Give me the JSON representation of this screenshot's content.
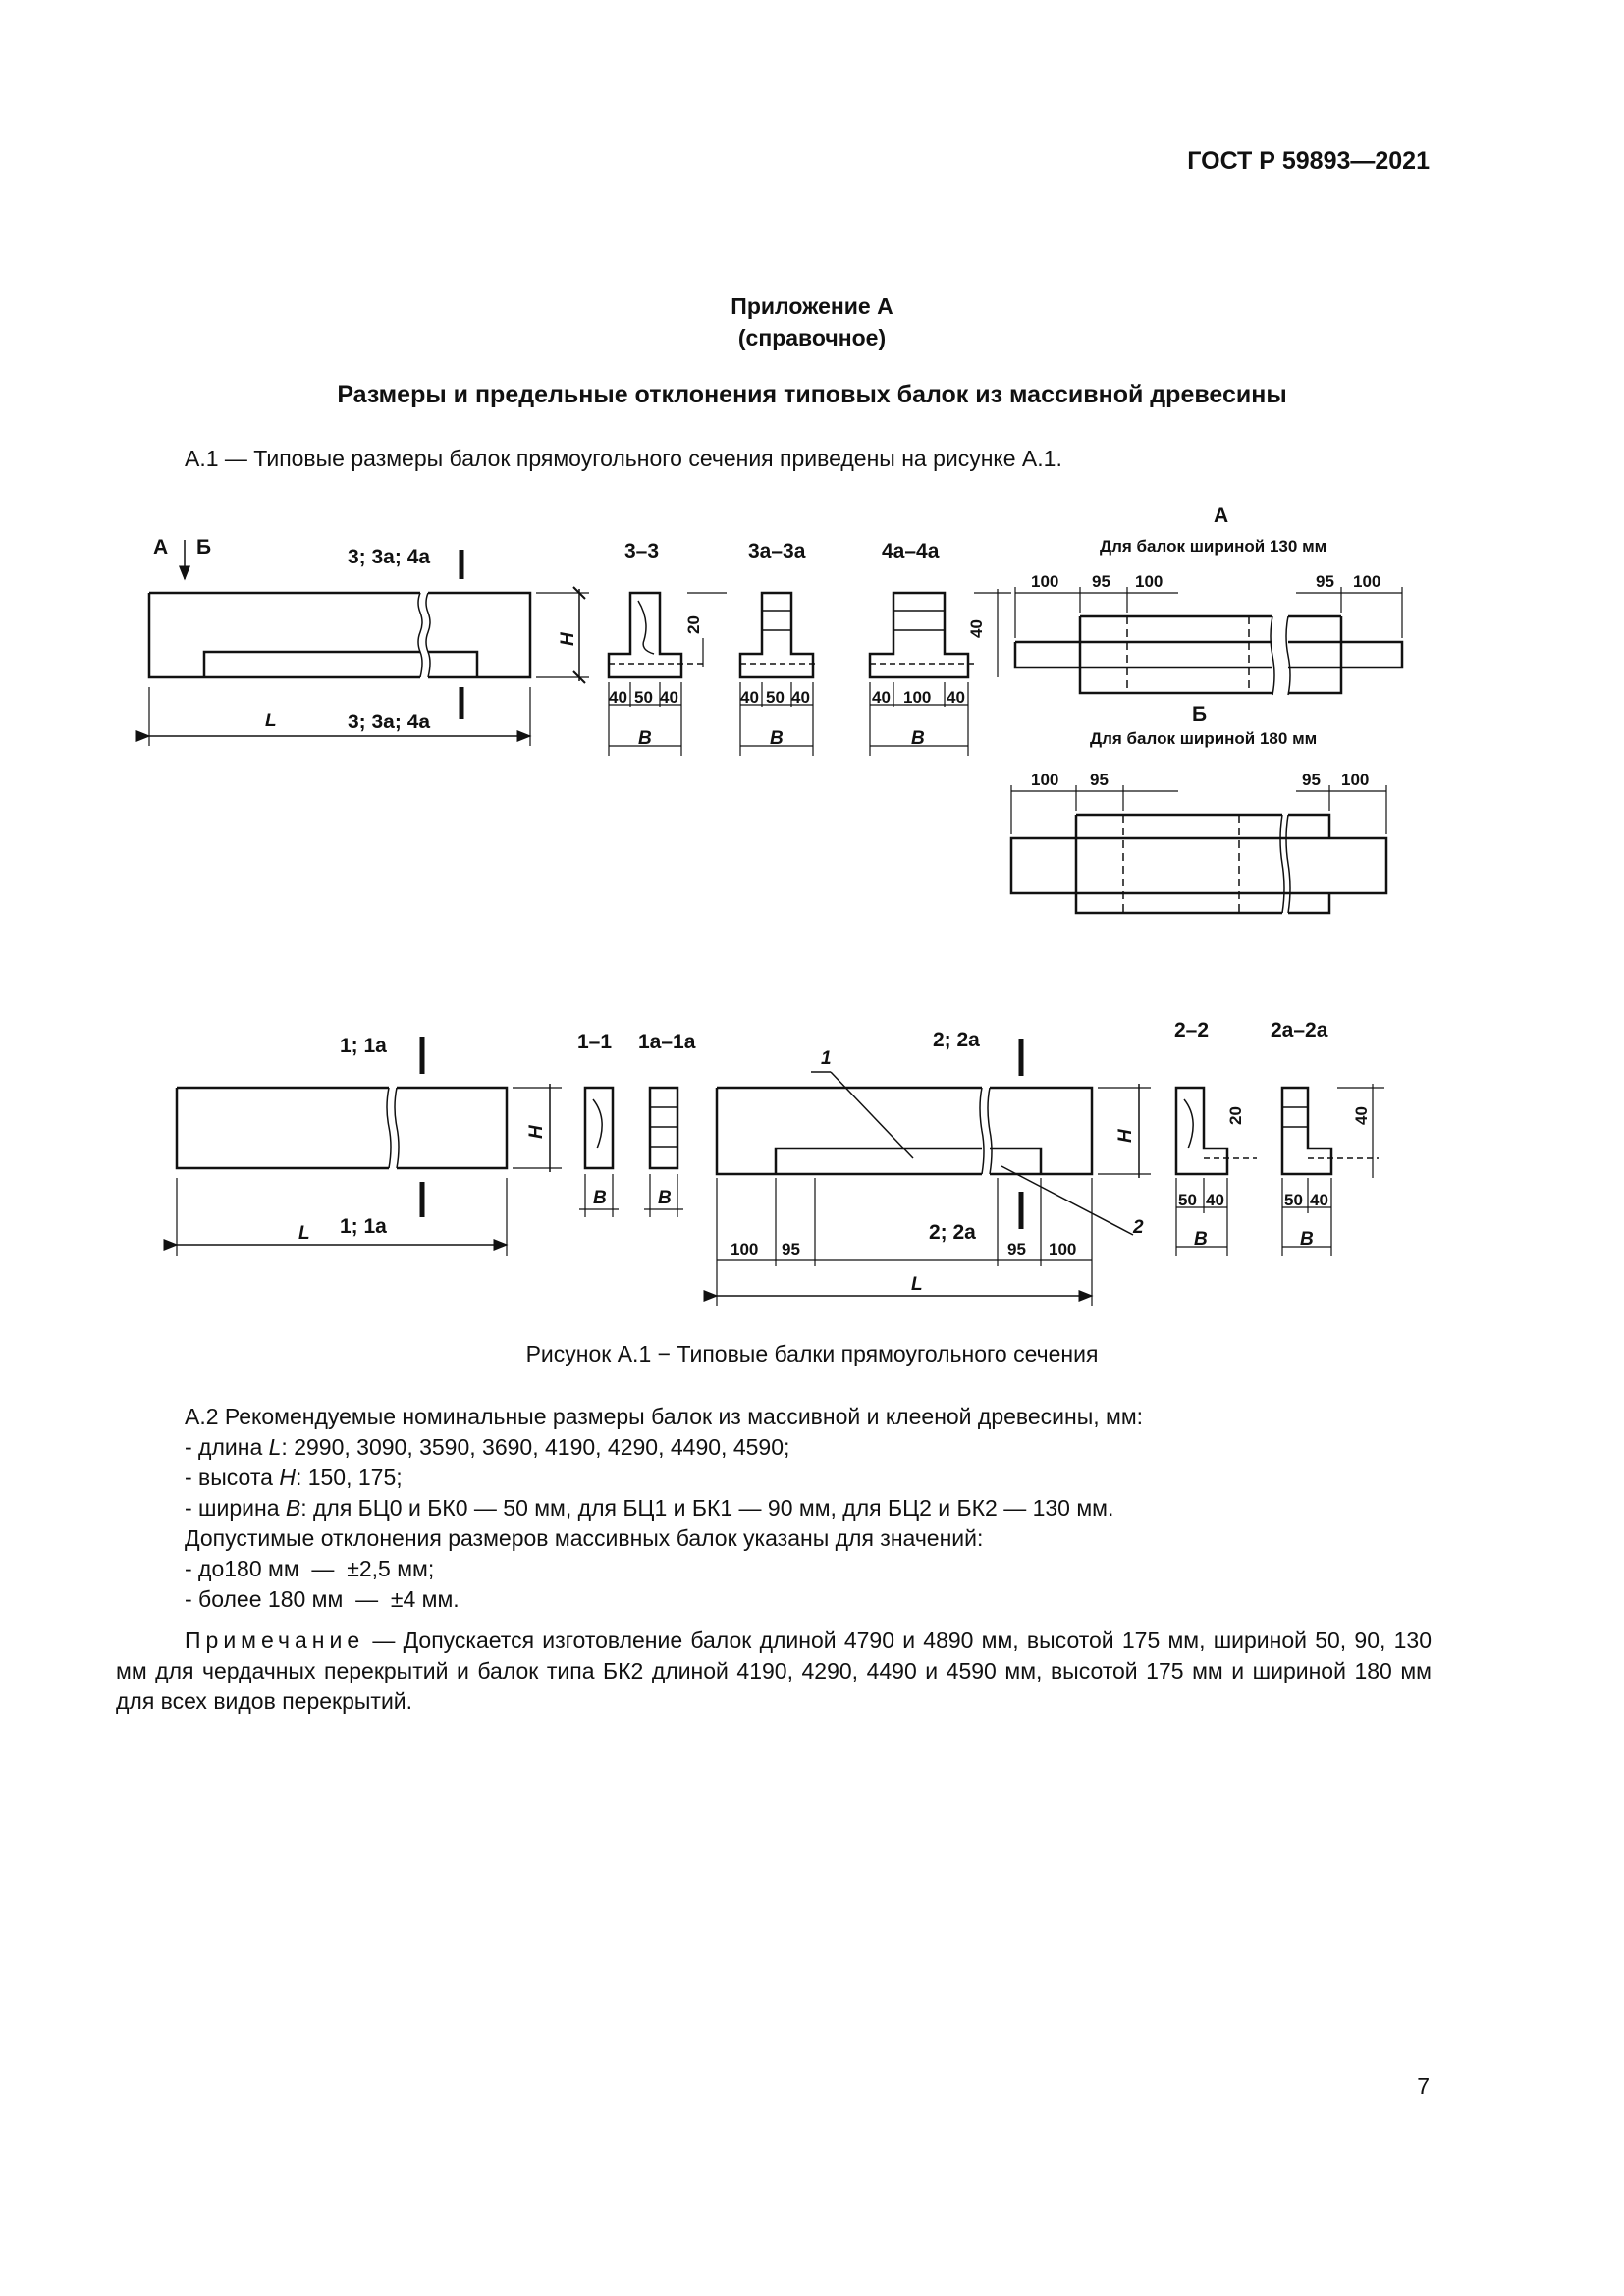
{
  "header": {
    "standard": "ГОСТ Р 59893—2021"
  },
  "annex": {
    "title": "Приложение А",
    "subtitle": "(справочное)"
  },
  "section_title": "Размеры и предельные отклонения типовых балок из массивной древесины",
  "para_a1": "А.1 — Типовые размеры балок прямоугольного сечения приведены на рисунке А.1.",
  "figure": {
    "view_arrow_label": "А",
    "view_arrow_label2": "Б",
    "cut_3": "3; 3а; 4а",
    "sec_3_3": "3–3",
    "sec_3a_3a": "3а–3а",
    "sec_4a_4a": "4а–4а",
    "view_a": "А",
    "view_a_note": "Для балок шириной 130 мм",
    "view_b": "Б",
    "view_b_note": "Для балок шириной 180 мм",
    "cut_1": "1; 1а",
    "sec_1_1": "1–1",
    "sec_1a_1a": "1а–1а",
    "cut_2": "2; 2а",
    "sec_2_2": "2–2",
    "sec_2a_2a": "2а–2а",
    "pos_1": "1",
    "pos_2": "2",
    "dim_L": "L",
    "dim_H": "H",
    "dim_B": "B",
    "d100": "100",
    "d95": "95",
    "d40": "40",
    "d50": "50",
    "d20": "20"
  },
  "caption": "Рисунок А.1 − Типовые балки прямоугольного сечения",
  "a2": {
    "intro": "А.2 Рекомендуемые номинальные размеры балок из массивной и клееной древесины, мм:",
    "length_prefix": "- длина ",
    "length_var": "L",
    "length_values": ": 2990, 3090, 3590, 3690, 4190, 4290, 4490, 4590;",
    "height_prefix": "- высота ",
    "height_var": "H",
    "height_values": ": 150, 175;",
    "width_prefix": "- ширина ",
    "width_var": "B",
    "width_values": ": для БЦ0 и БК0 — 50 мм, для БЦ1 и БК1 — 90 мм, для БЦ2 и БК2 — 130 мм.",
    "tolerances_intro": "Допустимые отклонения размеров массивных балок указаны для значений:",
    "tol_1": "- до180 мм  —  ±2,5 мм;",
    "tol_2": "- более 180 мм  —  ±4 мм."
  },
  "note": {
    "label": "Примечание",
    "text": " — Допускается изготовление балок длиной 4790 и 4890 мм, высотой 175 мм, шириной 50, 90, 130 мм для чердачных перекрытий и балок типа БК2 длиной 4190, 4290, 4490 и 4590 мм, высотой 175 мм и шириной 180 мм для всех видов перекрытий."
  },
  "page_number": "7"
}
